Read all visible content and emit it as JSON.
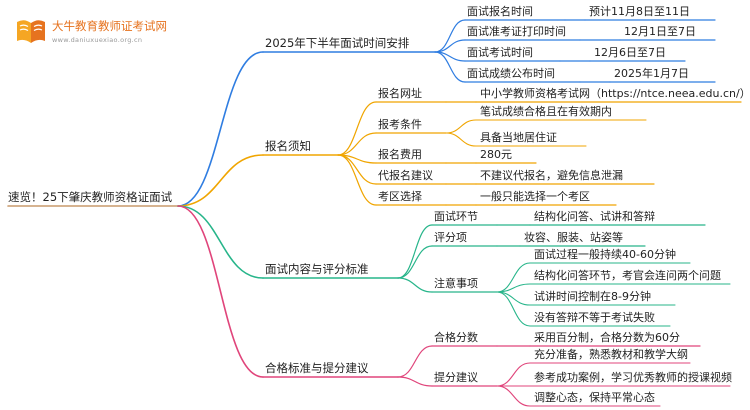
{
  "brand": {
    "name": "大牛教育教师证考试网",
    "url": "www.daniuxuexiao.org.cn",
    "accent": "#e6731f"
  },
  "mindmap": {
    "root": "速览！25下肇庆教师资格证面试",
    "branches": [
      {
        "label": "2025年下半年面试时间安排",
        "color": "#2f7de1",
        "children": [
          {
            "label": "面试报名时间",
            "value": "预计11月8日至11日"
          },
          {
            "label": "面试准考证打印时间",
            "value": "12月1日至7日"
          },
          {
            "label": "面试考试时间",
            "value": "12月6日至7日"
          },
          {
            "label": "面试成绩公布时间",
            "value": "2025年1月7日"
          }
        ]
      },
      {
        "label": "报名须知",
        "color": "#f0a500",
        "children": [
          {
            "label": "报名网址",
            "value": "中小学教师资格考试网（https://ntce.neea.edu.cn/）"
          },
          {
            "label": "报考条件",
            "items": [
              "笔试成绩合格且在有效期内",
              "具备当地居住证"
            ]
          },
          {
            "label": "报名费用",
            "value": "280元"
          },
          {
            "label": "代报名建议",
            "value": "不建议代报名，避免信息泄漏"
          },
          {
            "label": "考区选择",
            "value": "一般只能选择一个考区"
          }
        ]
      },
      {
        "label": "面试内容与评分标准",
        "color": "#27b58a",
        "children": [
          {
            "label": "面试环节",
            "value": "结构化问答、试讲和答辩"
          },
          {
            "label": "评分项",
            "value": "妆容、服装、站姿等"
          },
          {
            "label": "注意事项",
            "items": [
              "面试过程一般持续40-60分钟",
              "结构化问答环节，考官会连问两个问题",
              "试讲时间控制在8-9分钟",
              "没有答辩不等于考试失败"
            ]
          }
        ]
      },
      {
        "label": "合格标准与提分建议",
        "color": "#e0457b",
        "children": [
          {
            "label": "合格分数",
            "value": "采用百分制，合格分数为60分"
          },
          {
            "label": "提分建议",
            "items": [
              "充分准备，熟悉教材和教学大纲",
              "参考成功案例，学习优秀教师的授课视频",
              "调整心态，保持平常心态"
            ]
          }
        ]
      }
    ]
  }
}
